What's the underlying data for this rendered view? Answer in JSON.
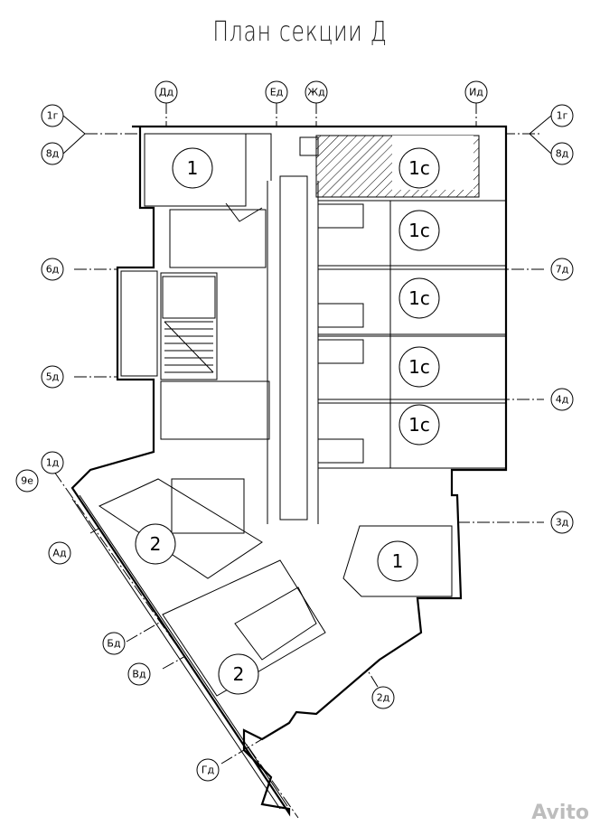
{
  "title": "План секции Д",
  "watermark": "Avito",
  "axis_labels": {
    "dd": "Дд",
    "ed": "Ед",
    "zhd": "Жд",
    "id": "Ид",
    "1g": "1г",
    "8d": "8д",
    "6d": "6д",
    "5d": "5д",
    "7d": "7д",
    "4d": "4д",
    "3d": "3д",
    "1d": "1д",
    "9e": "9е",
    "ad": "Ад",
    "bd": "Бд",
    "vd": "Вд",
    "gd": "Гд",
    "2d": "2д"
  },
  "rooms": {
    "r1_top": "1",
    "r1c_a": "1с",
    "r1c_b": "1с",
    "r1c_c": "1с",
    "r1c_d": "1с",
    "r1c_e": "1с",
    "r1_right": "1",
    "r2_left": "2",
    "r2_bottom": "2"
  }
}
